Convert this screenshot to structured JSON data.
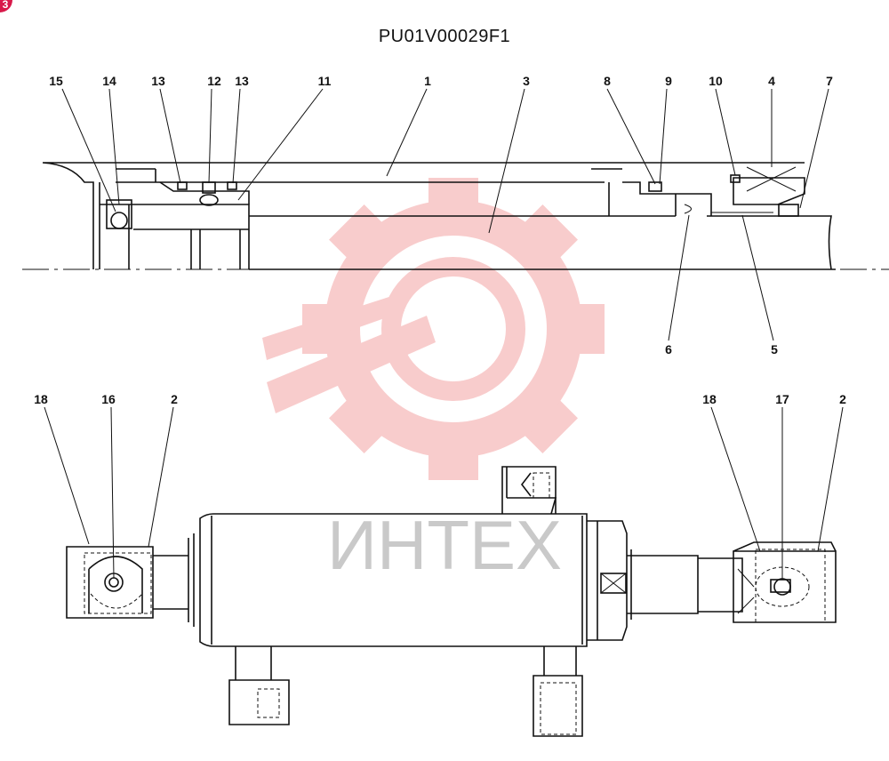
{
  "drawing": {
    "code": "PU01V00029F1",
    "badge": "3",
    "watermark": "ИНТЕХ"
  },
  "section_callouts": [
    "15",
    "14",
    "13",
    "12",
    "13",
    "11",
    "1",
    "3",
    "8",
    "9",
    "10",
    "4",
    "7",
    "6",
    "5"
  ],
  "exterior_callouts": [
    "18",
    "16",
    "2",
    "18",
    "17",
    "2"
  ],
  "colors": {
    "line": "#111111",
    "watermark_gear": "#f4a3a3",
    "watermark_text": "#c9c9c9",
    "badge": "#d8194a"
  }
}
